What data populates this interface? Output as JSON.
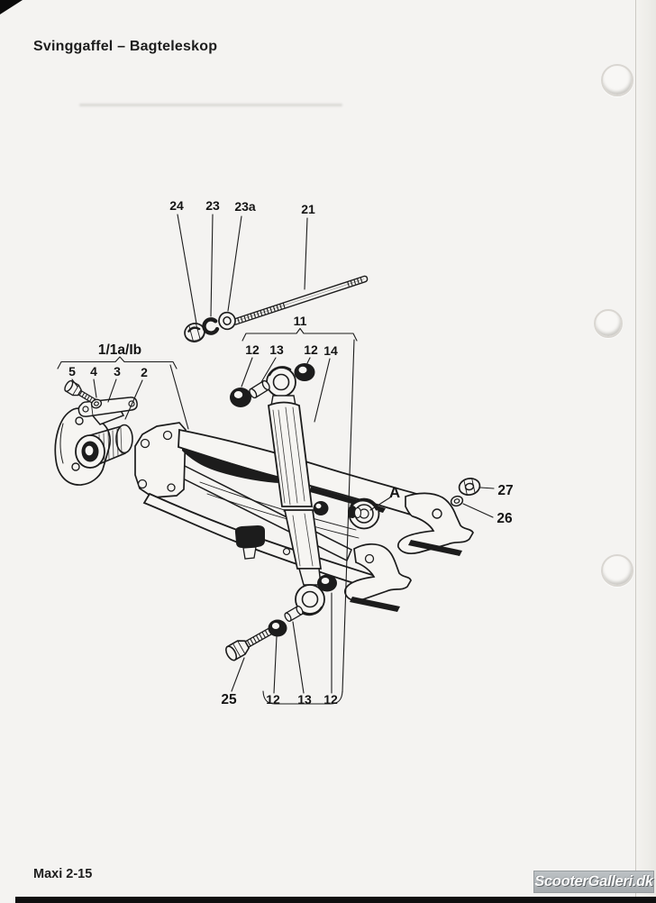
{
  "page": {
    "header_title": "Svinggaffel – Bagteleskop",
    "footer_code": "Maxi 2-15",
    "watermark_text": "ScooterGalleri.dk"
  },
  "diagram": {
    "type": "exploded-parts-drawing",
    "subject": "Swing fork and rear telescopic shock absorber, scanned service-manual page",
    "callouts": [
      {
        "text": "24"
      },
      {
        "text": "23"
      },
      {
        "text": "23a"
      },
      {
        "text": "21"
      },
      {
        "text": "11"
      },
      {
        "text": "12"
      },
      {
        "text": "13"
      },
      {
        "text": "12"
      },
      {
        "text": "14"
      },
      {
        "text": "1/1a/Ib"
      },
      {
        "text": "5"
      },
      {
        "text": "4"
      },
      {
        "text": "3"
      },
      {
        "text": "2"
      },
      {
        "text": "A"
      },
      {
        "text": "27"
      },
      {
        "text": "26"
      },
      {
        "text": "25"
      },
      {
        "text": "12"
      },
      {
        "text": "13"
      },
      {
        "text": "12"
      }
    ]
  },
  "colors": {
    "paper": "#f4f3f1",
    "ink": "#1c1c1c",
    "edge_strip": "#0f0f0f",
    "watermark_bg": "#aeb3b6",
    "watermark_text": "#fbfbfb"
  }
}
